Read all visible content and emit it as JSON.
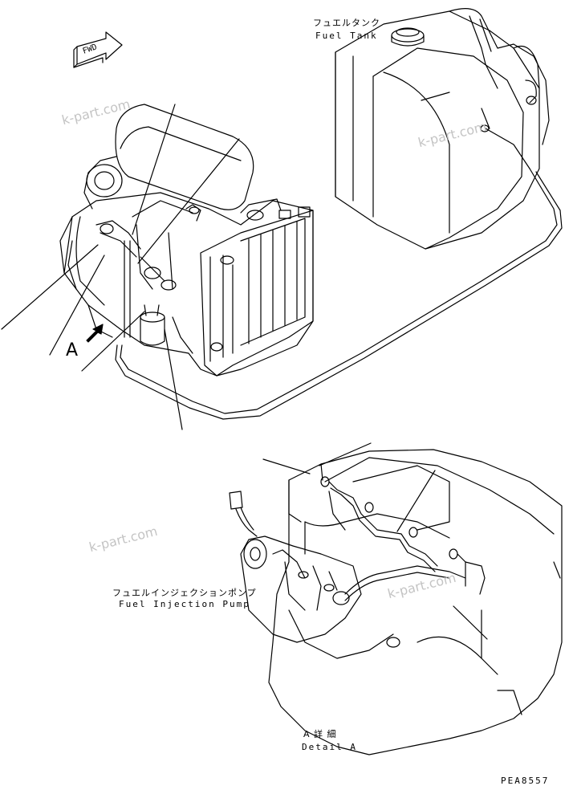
{
  "labels": {
    "fuel_tank_jp": "フュエルタンク",
    "fuel_tank_en": "Fuel Tank",
    "pump_jp": "フュエルインジェクションポンプ",
    "pump_en": "Fuel Injection Pump",
    "detail_jp": "A 詳 細",
    "detail_en": "Detail A",
    "view_letter": "A",
    "fwd": "FWD",
    "part_number": "PEA8557"
  },
  "watermarks": [
    "k-part.com",
    "k-part.com",
    "k-part.com",
    "k-part.com"
  ]
}
